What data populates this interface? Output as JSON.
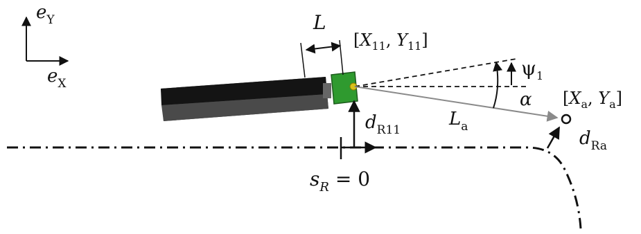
{
  "diagram": {
    "axes": {
      "x_label": "e",
      "x_sub": "X",
      "y_label": "e",
      "y_sub": "Y"
    },
    "length_label": "L",
    "point_11": {
      "open": "[",
      "x": "X",
      "x_sub": "11",
      "sep": ", ",
      "y": "Y",
      "y_sub": "11",
      "close": "]"
    },
    "point_a": {
      "open": "[",
      "x": "X",
      "x_sub": "a",
      "sep": ", ",
      "y": "Y",
      "y_sub": "a",
      "close": "]"
    },
    "psi_label": "ψ",
    "psi_sub": "1",
    "alpha_label": "α",
    "La_label": "L",
    "La_sub": "a",
    "dR11_label": "d",
    "dR11_sub": "R11",
    "dRa_label": "d",
    "dRa_sub": "Ra",
    "sR_label": "s",
    "sR_sub": "R",
    "sR_value": " = 0",
    "colors": {
      "ink": "#111111",
      "tractor_green": "#2f9a2f",
      "marker_yellow": "#d8c21a",
      "gray_line": "#8a8a8a",
      "body_dark": "#141414",
      "body_mid": "#4a4a4a"
    }
  }
}
